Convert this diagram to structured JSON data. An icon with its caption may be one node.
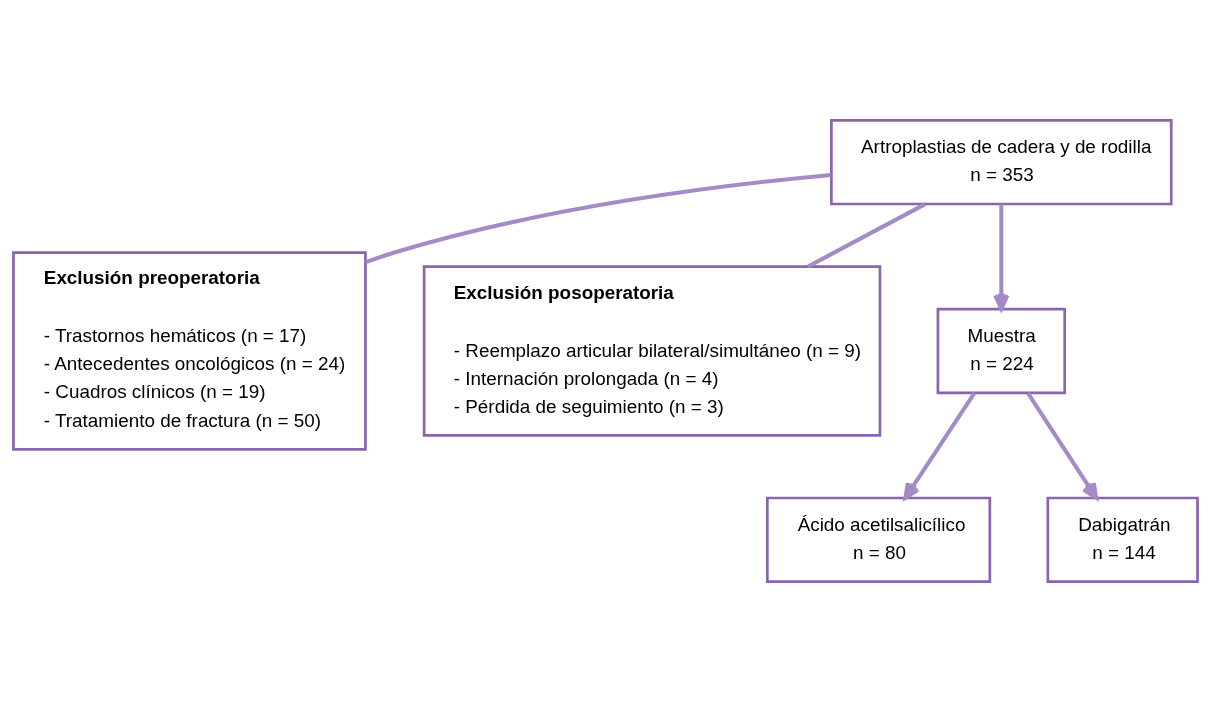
{
  "diagram": {
    "nodes": [
      {
        "text": [
          "Artroplastias de cadera y de rodilla",
          "n = 353"
        ]
      },
      {
        "text": [
          "Exclusión preoperatoria",
          "- Trastornos hemáticos (n = 17)",
          "- Antecedentes oncológicos (n = 24)",
          "- Cuadros clínicos (n = 19)",
          "- Tratamiento de fractura (n = 50)"
        ]
      },
      {
        "text": [
          "Exclusión posoperatoria",
          "- Reemplazo articular bilateral/simultáneo (n = 9)",
          "- Internación prolongada (n = 4)",
          "- Pérdida de seguimiento (n = 3)"
        ]
      },
      {
        "text": [
          "Muestra",
          "n = 224"
        ]
      },
      {
        "text": [
          "Ácido acetilsalicílico",
          "n = 80"
        ]
      },
      {
        "text": [
          "Dabigatrán",
          "n = 144"
        ]
      }
    ],
    "edges": [
      {
        "from": 0,
        "to": 3,
        "arrow": "to"
      },
      {
        "from": 0,
        "to": 1,
        "arrow": "none"
      },
      {
        "from": 0,
        "to": 2,
        "arrow": "none"
      },
      {
        "from": 3,
        "to": 4,
        "arrow": "to"
      },
      {
        "from": 3,
        "to": 5,
        "arrow": "to"
      }
    ]
  }
}
